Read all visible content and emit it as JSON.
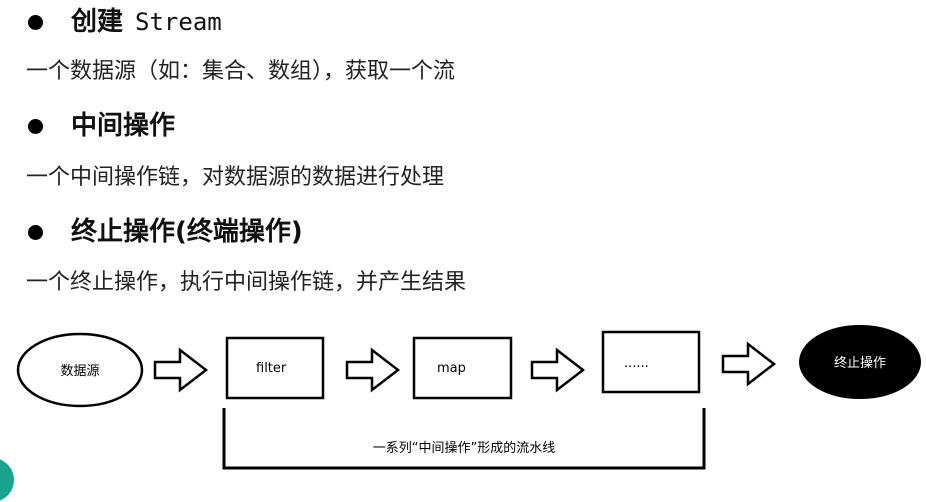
{
  "sections": [
    {
      "title_cn": "创建",
      "title_en": "Stream",
      "description": "一个数据源（如：集合、数组），获取一个流"
    },
    {
      "title": "中间操作",
      "description": "一个中间操作链，对数据源的数据进行处理"
    },
    {
      "title": "终止操作(终端操作)",
      "description": "一个终止操作，执行中间操作链，并产生结果"
    }
  ],
  "diagram": {
    "source_label": "数据源",
    "steps": [
      "filter",
      "map",
      "......"
    ],
    "terminal_label": "终止操作",
    "bracket_label": "一系列“中间操作”形成的流水线"
  },
  "colors": {
    "terminal_fill": "#000000",
    "accent": "#1aa38f"
  }
}
